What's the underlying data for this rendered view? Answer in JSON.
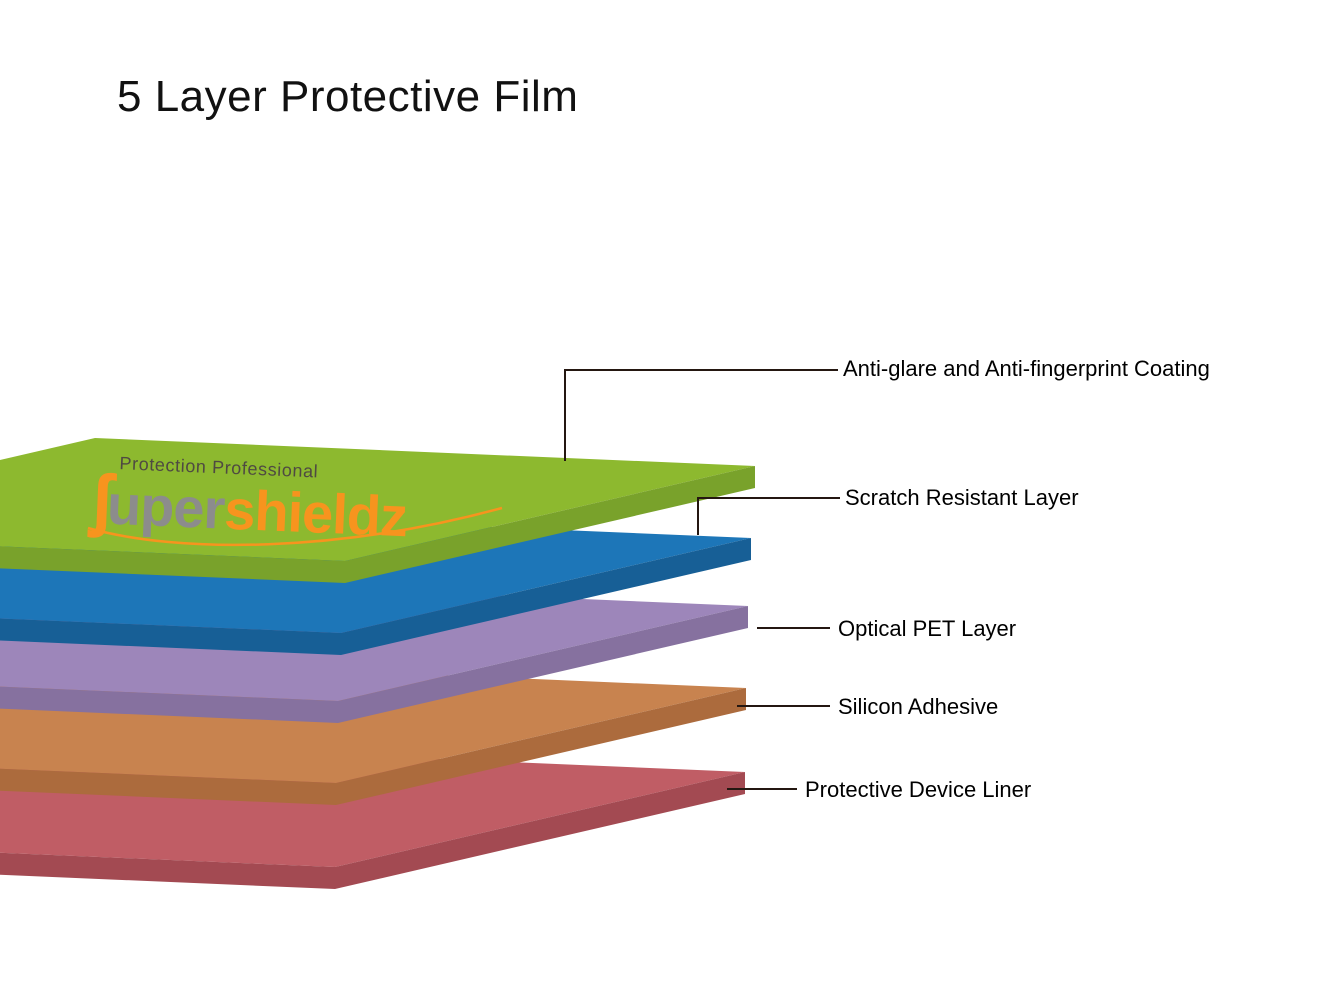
{
  "title": "5 Layer Protective Film",
  "logo": {
    "tagline": "Protection Professional",
    "glyph": "ʃ",
    "text_gray": "uper",
    "text_orange": "shieldz",
    "orange": "#F7941E",
    "gray": "#8C8C8C",
    "tagline_color": "#4F4A42"
  },
  "callout": {
    "line_color": "#241711"
  },
  "layers": [
    {
      "name": "anti-glare-coating",
      "label": "Anti-glare and Anti-fingerprint Coating",
      "top_color": "#8DB92F",
      "side_color": "#79A22B"
    },
    {
      "name": "scratch-resistant-layer",
      "label": "Scratch Resistant Layer",
      "top_color": "#1D76B8",
      "side_color": "#175F96"
    },
    {
      "name": "optical-pet-layer",
      "label": "Optical PET Layer",
      "top_color": "#9D86BA",
      "side_color": "#86719F"
    },
    {
      "name": "silicon-adhesive",
      "label": "Silicon Adhesive",
      "top_color": "#C8834F",
      "side_color": "#AC6B3D"
    },
    {
      "name": "protective-device-liner",
      "label": "Protective Device Liner",
      "top_color": "#C05D65",
      "side_color": "#A34A52"
    }
  ]
}
